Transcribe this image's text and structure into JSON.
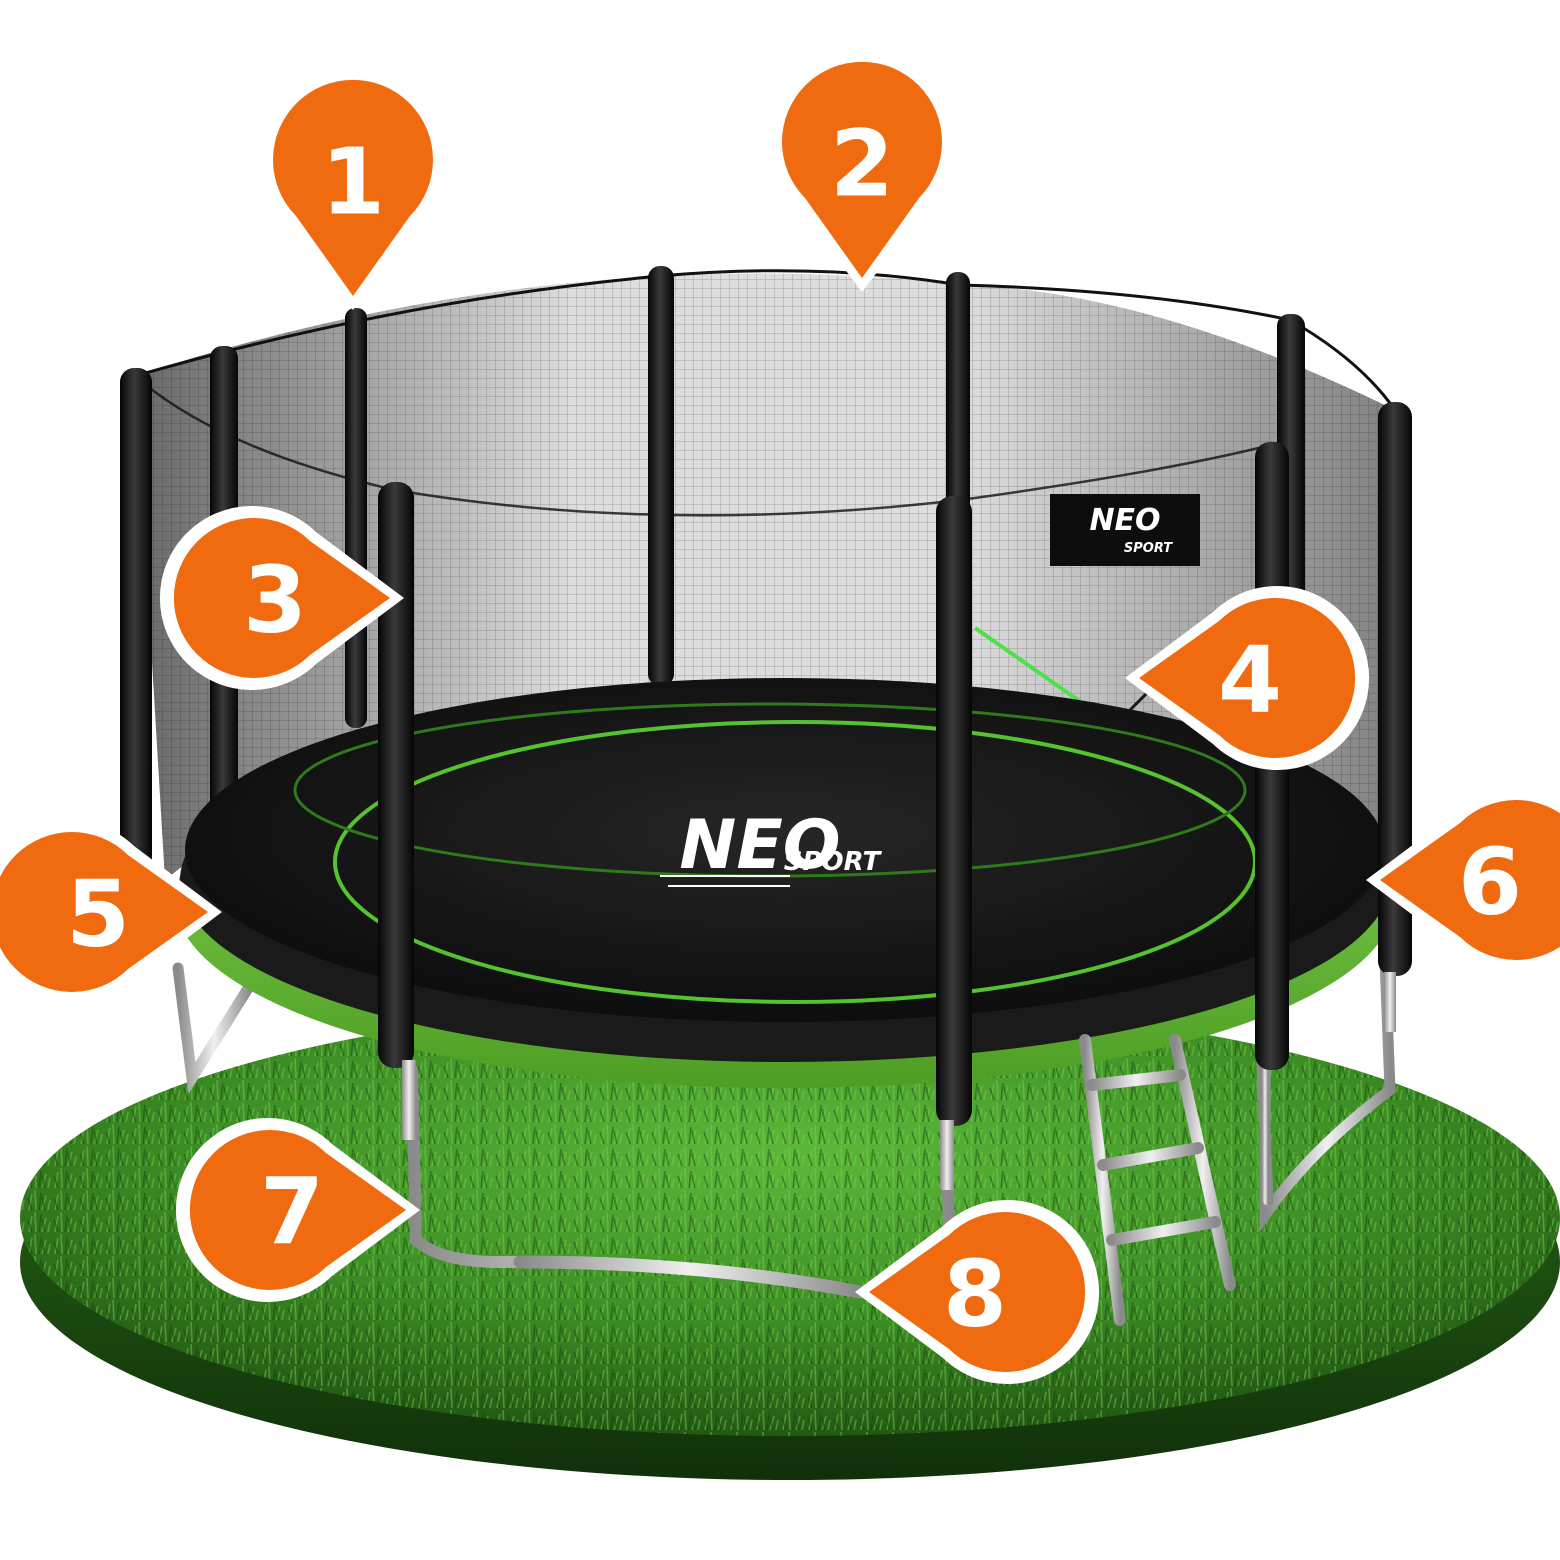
{
  "colors": {
    "marker_orange": "#f06a0f",
    "marker_border": "#ffffff",
    "frame_green": "#6cc63a",
    "mat_black": "#141414",
    "grass_dark": "#1f5a12",
    "grass_light": "#4fa531",
    "net": "#bfbfbf",
    "steel": "#c9c9c9"
  },
  "markers": [
    {
      "label": "1",
      "points_to": "enclosure-pole"
    },
    {
      "label": "2",
      "points_to": "net-top-rope"
    },
    {
      "label": "3",
      "points_to": "pole-foam-padding"
    },
    {
      "label": "4",
      "points_to": "net-zipper-entrance"
    },
    {
      "label": "5",
      "points_to": "jumping-mat-edge"
    },
    {
      "label": "6",
      "points_to": "frame-spring-cover"
    },
    {
      "label": "7",
      "points_to": "w-leg"
    },
    {
      "label": "8",
      "points_to": "leg-base-tube"
    }
  ],
  "logos": {
    "mat": {
      "word": "NEO",
      "sub": "SPORT"
    },
    "net": {
      "word": "NEO",
      "sub": "SPORT"
    }
  }
}
